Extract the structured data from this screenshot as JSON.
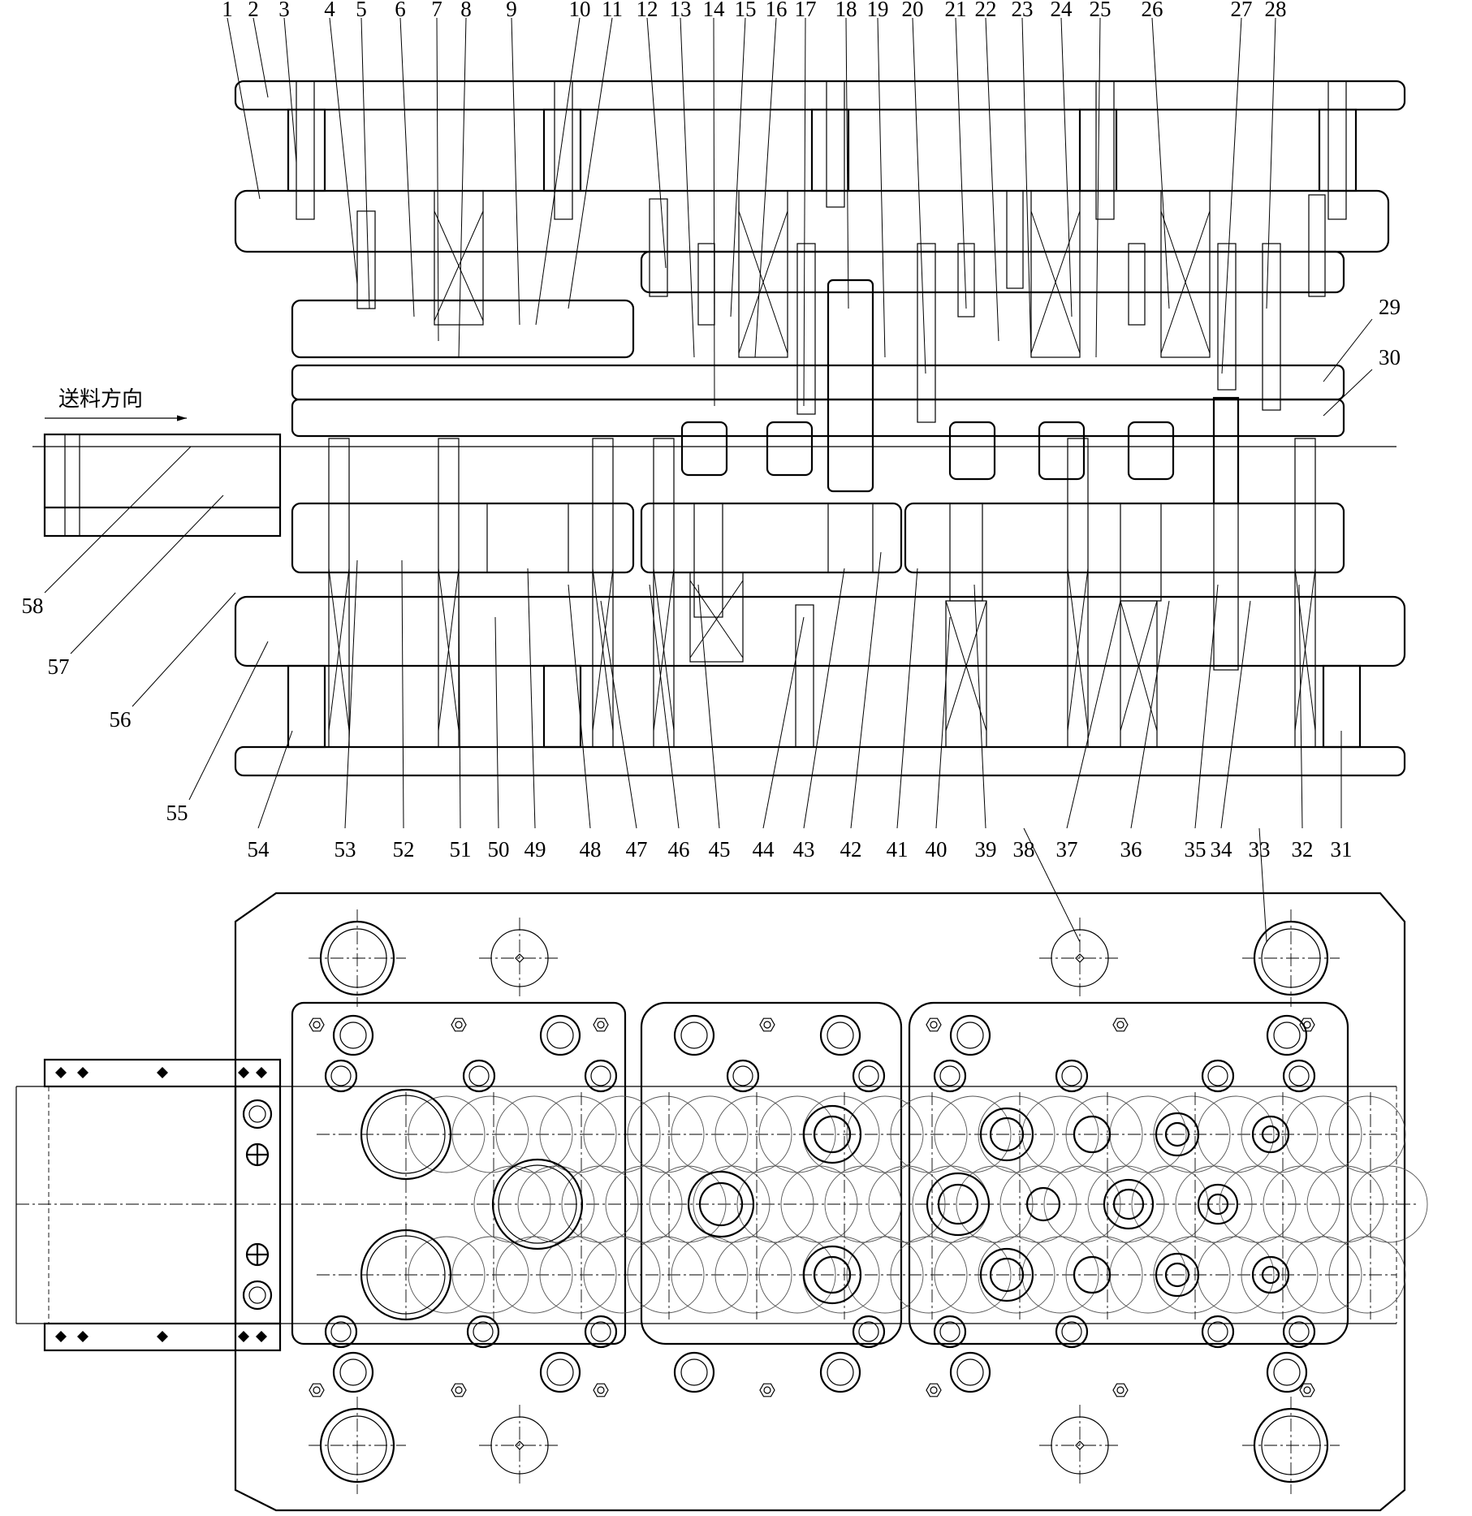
{
  "title": "",
  "feed_direction_label": "送料方向",
  "top_callouts": [
    "1",
    "2",
    "3",
    "4",
    "5",
    "6",
    "7",
    "8",
    "9",
    "10",
    "11",
    "12",
    "13",
    "14",
    "15",
    "16",
    "17",
    "18",
    "19",
    "20",
    "21",
    "22",
    "23",
    "24",
    "25",
    "26",
    "27",
    "28"
  ],
  "right_callouts": [
    "29",
    "30"
  ],
  "bottom_callouts": [
    "54",
    "53",
    "52",
    "51",
    "50",
    "49",
    "48",
    "47",
    "46",
    "45",
    "44",
    "43",
    "42",
    "41",
    "40",
    "39",
    "38",
    "37",
    "36",
    "35",
    "34",
    "33",
    "32",
    "31"
  ],
  "left_callouts": [
    "58",
    "57",
    "56",
    "55"
  ],
  "colors": {
    "line": "#000000",
    "background": "#ffffff"
  },
  "views": [
    "section-view",
    "plan-view"
  ]
}
